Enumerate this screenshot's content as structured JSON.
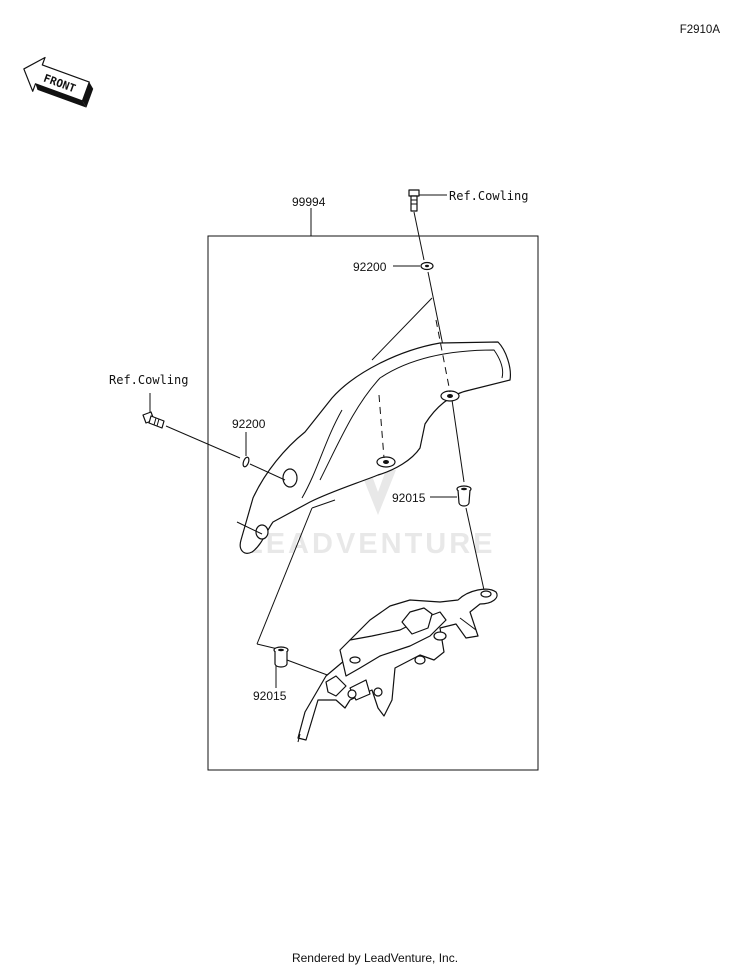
{
  "figure_id": "F2910A",
  "front_arrow": {
    "text": "FRONT"
  },
  "parts": {
    "assembly": "99994",
    "washer_top": "92200",
    "washer_left": "92200",
    "collar_right": "92015",
    "collar_left": "92015",
    "ref_top": "Ref.Cowling",
    "ref_left": "Ref.Cowling"
  },
  "watermark": "LEADVENTURE",
  "footer": "Rendered by LeadVenture, Inc."
}
